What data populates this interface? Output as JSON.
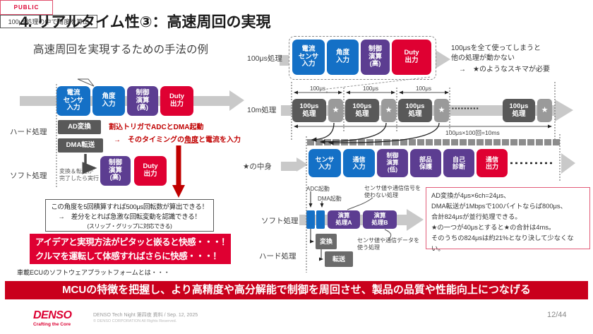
{
  "slide": {
    "title": "4. リアルタイム性③：高速周回の実現",
    "public_badge": "PUBLIC",
    "subtitle": "高速周回を実現するための手法の例",
    "platform_note": "車載ECUのソフトウェアプラットフォームとは・・・",
    "banner": "MCUの特徴を把握し、より高精度や高分解能で制御を周回させ、製品の品質や性能向上につなげる"
  },
  "colors": {
    "box_blue": "#1470C6",
    "box_purple": "#5C3D91",
    "box_red": "#DF0032",
    "box_dark_gray": "#595959",
    "banner_red": "#C9001C",
    "accent_red": "#C00000",
    "denso_red": "#DC0032"
  },
  "left": {
    "callout": "100μs処理の中で角度を算出",
    "flow": [
      {
        "label": "電流\nセンサ\n入力"
      },
      {
        "label": "角度\n入力"
      },
      {
        "label": "制御\n演算\n(高)"
      },
      {
        "label": "Duty\n出力"
      }
    ],
    "hard_label": "ハード処理",
    "hard_box_1": "AD変換",
    "hard_box_2": "DMA転送",
    "trigger_line1": "割込トリガでADCとDMA起動",
    "trigger_line2_pre": "→　そのタイミングの",
    "trigger_line2_em": "角度",
    "trigger_line2_post": "と電流を入力",
    "soft_label": "ソフト処理",
    "soft_note": "変換＆転送が\n完了したら実行",
    "soft_box_1": "制御\n演算\n(高)",
    "soft_box_2": "Duty\n出力",
    "result_line1": "この角度を5回積算すれば500μs回転数が算出できる！",
    "result_line2": "→　差分をとれば急激な回転変動を認識できる！",
    "result_line3": "(スリップ・グリップに対応できる)",
    "excite_line1": "アイデアと実現方法がピタッと嵌ると快感・・・！",
    "excite_line2": "クルマを運転して体感すればさらに快感・・・！"
  },
  "right": {
    "row1_label": "100μs処理",
    "row1_flow": [
      {
        "label": "電流\nセンサ\n入力"
      },
      {
        "label": "角度\n入力"
      },
      {
        "label": "制御\n演算\n(高)"
      },
      {
        "label": "Duty\n出力"
      }
    ],
    "row1_note1": "100μsを全て使ってしまうと",
    "row1_note2": "他の処理が動かない",
    "row1_note3": "→　★のようなスキマが必要",
    "row2_label": "10m処理",
    "dim_label": "100μs",
    "proc_box": "100μs\n処理",
    "star": "★",
    "dots": "▪▪▪▪▪▪▪▪▪",
    "total_label": "100μs×100回=10ms",
    "row3_label": "★の中身",
    "row3_flow": [
      {
        "label": "センサ\n入力"
      },
      {
        "label": "通信\n入力"
      },
      {
        "label": "制御\n演算\n(低)"
      },
      {
        "label": "部品\n保護"
      },
      {
        "label": "自己\n診断"
      },
      {
        "label": "通信\n出力"
      }
    ],
    "adc_label": "ADC起動",
    "dma_label": "DMA起動",
    "soft_label": "ソフト処理",
    "hard_label": "ハード処理",
    "proc_a": "演算\n処理A",
    "proc_b": "演算\n処理B",
    "callout_a": "センサ値や通信信号を\n使わない処理",
    "callout_b": "センサ値や通信データを\n使う処理",
    "conv_box": "変換",
    "trans_box": "転送",
    "note_line1": "AD変換が4μs×6ch=24μs、",
    "note_line2": "DMA転送が1Mbpsで100バイトならば800μs、",
    "note_line3": "合計824μsが並行処理できる。",
    "note_line4": "★の一つが40μsとすると★の合計は4ms。",
    "note_line5": "そのうちの824μsは約21%となり決して少なくない。"
  },
  "footer": {
    "logo": "DENSO",
    "logo_sub": "Crafting the Core",
    "doc_info": "DENSO Tech Night 第四夜 資料 / Sep. 12, 2025",
    "copyright": "© DENSO CORPORATION All Rights Reserved.",
    "page": "12/44"
  }
}
